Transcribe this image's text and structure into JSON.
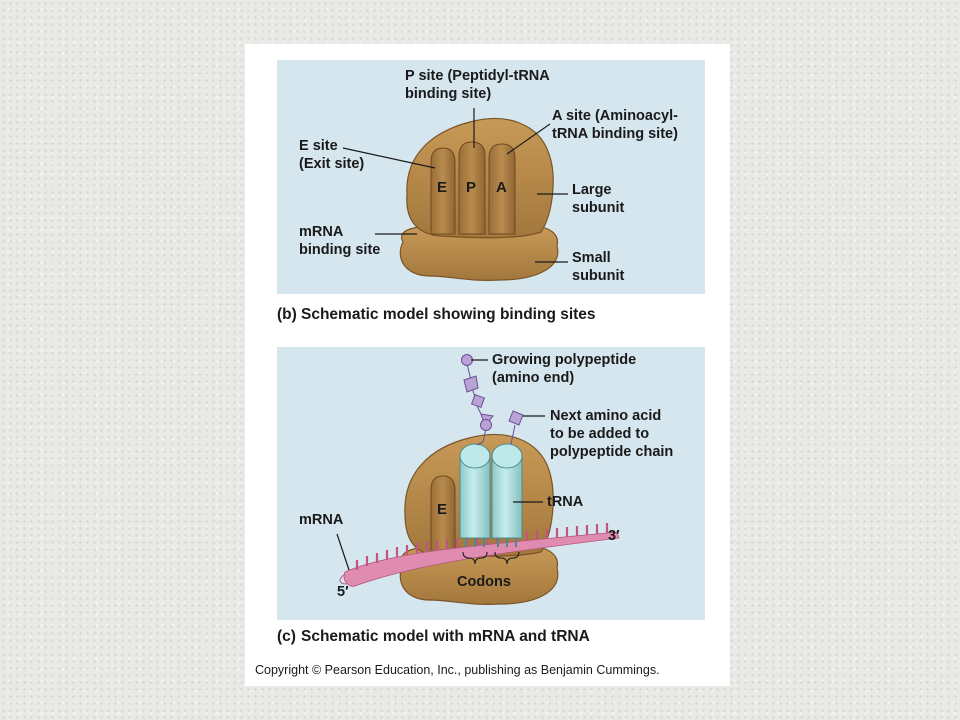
{
  "panel_b": {
    "p_site": [
      "P site (Peptidyl-tRNA",
      "binding site)"
    ],
    "a_site": [
      "A site (Aminoacyl-",
      "tRNA binding site)"
    ],
    "e_site": [
      "E site",
      "(Exit site)"
    ],
    "large_subunit": [
      "Large",
      "subunit"
    ],
    "mrna_binding_site": [
      "mRNA",
      "binding site"
    ],
    "small_subunit": [
      "Small",
      "subunit"
    ],
    "slot_letters": [
      "E",
      "P",
      "A"
    ],
    "caption_tag": "(b)",
    "caption": "Schematic model showing binding sites"
  },
  "panel_c": {
    "growing_polypeptide": [
      "Growing polypeptide",
      "(amino end)"
    ],
    "next_amino_acid": [
      "Next amino acid",
      "to be added to",
      "polypeptide chain"
    ],
    "trna": "tRNA",
    "mrna": "mRNA",
    "three_prime": "3′",
    "five_prime": "5′",
    "codons": "Codons",
    "e_letter": "E",
    "caption_tag": "(c)",
    "caption": "Schematic model with mRNA and tRNA"
  },
  "copyright": "Copyright © Pearson Education, Inc., publishing as Benjamin Cummings.",
  "colors": {
    "panel_bg": "#d5e6ef",
    "ribosome": "#b88a4a",
    "trna": "#a9dada",
    "mrna": "#e08cb0",
    "amino_acid": "#b9a3d6"
  }
}
